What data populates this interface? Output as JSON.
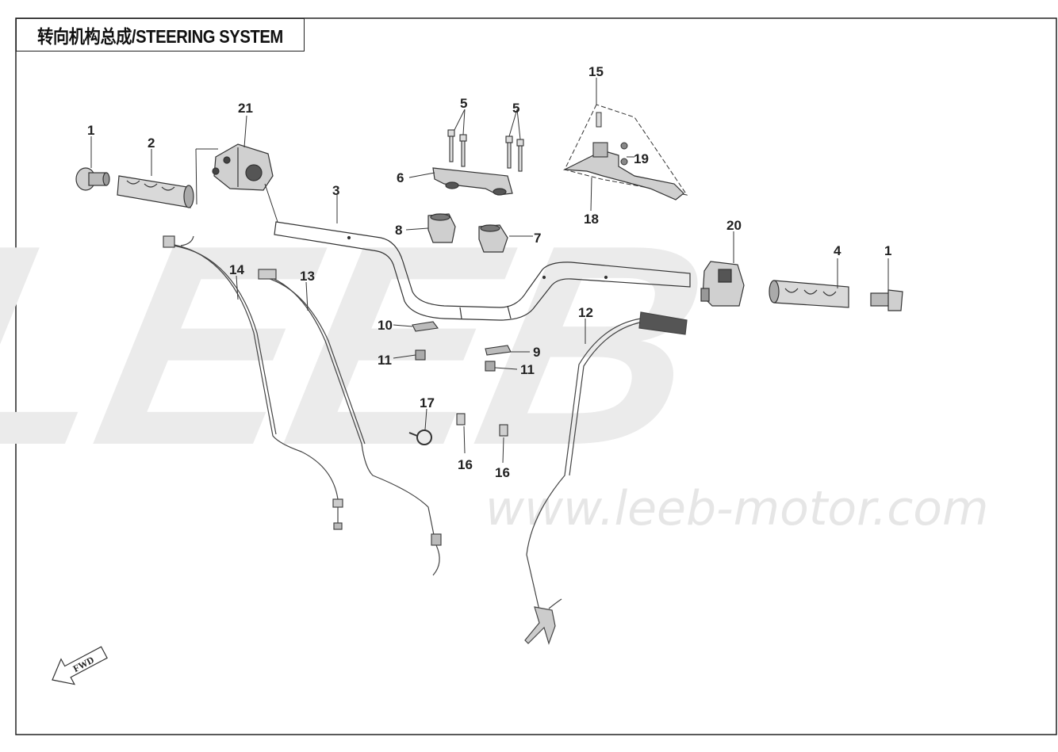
{
  "title": "转向机构总成/STEERING SYSTEM",
  "watermark": {
    "letters": "LEEB",
    "url": "www.leeb-motor.com",
    "color": "#ebebeb"
  },
  "fwd_label": "FWD",
  "callouts": {
    "c1_left": "1",
    "c2": "2",
    "c21": "21",
    "c5a": "5",
    "c5b": "5",
    "c6": "6",
    "c15": "15",
    "c19": "19",
    "c18": "18",
    "c3": "3",
    "c8": "8",
    "c7": "7",
    "c20": "20",
    "c4": "4",
    "c1_right": "1",
    "c14": "14",
    "c13": "13",
    "c12": "12",
    "c10": "10",
    "c9": "9",
    "c11a": "11",
    "c11b": "11",
    "c17": "17",
    "c16a": "16",
    "c16b": "16"
  },
  "colors": {
    "line": "#333333",
    "part_fill": "#d9d9d9",
    "dark": "#555555"
  }
}
